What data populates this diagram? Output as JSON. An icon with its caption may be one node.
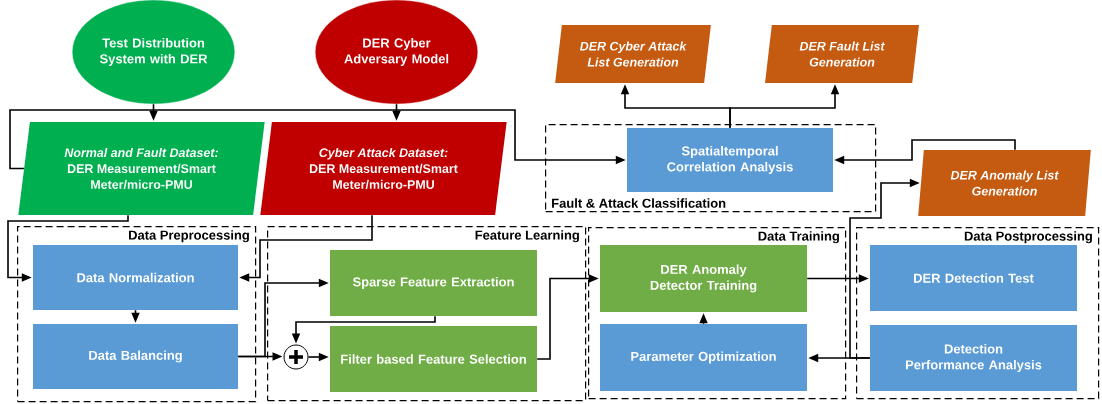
{
  "diagram": {
    "nodes": [
      {
        "text": [
          "Test Distribution System with DER"
        ]
      },
      {
        "text": [
          "DER Cyber Adversary Model"
        ]
      },
      {
        "text": [
          "DER Cyber Attack List Generation"
        ]
      },
      {
        "text": [
          "DER Fault List Generation"
        ]
      },
      {
        "text": [
          "Normal and Fault Dataset:",
          "DER Measurement/Smart Meter/micro-PMU"
        ]
      },
      {
        "text": [
          "Cyber Attack Dataset:",
          "DER Measurement/Smart Meter/micro-PMU"
        ]
      },
      {
        "text": [
          "Fault & Attack Classification"
        ]
      },
      {
        "text": [
          "Spatialtemporal Correlation Analysis"
        ],
        "in": 6
      },
      {
        "text": [
          "DER Anomaly List Generation"
        ]
      },
      {
        "text": [
          "Data Preprocessing"
        ]
      },
      {
        "text": [
          "Data Normalization"
        ],
        "in": 9
      },
      {
        "text": [
          "Data Balancing"
        ],
        "in": 9
      },
      {
        "text": [
          "Feature Learning"
        ]
      },
      {
        "text": [
          "Sparse Feature Extraction"
        ],
        "in": 12
      },
      {
        "text": [],
        "shape": "circle",
        "in": 12
      },
      {
        "text": [
          "Filter based Feature Selection"
        ],
        "in": 12
      },
      {
        "text": [
          "Data Training"
        ]
      },
      {
        "text": [
          "DER Anomaly Detector Training"
        ],
        "in": 16
      },
      {
        "text": [
          "Parameter Optimization"
        ],
        "in": 16
      },
      {
        "text": [
          "Data Postprocessing"
        ]
      },
      {
        "text": [
          "DER Detection Test"
        ],
        "in": 19
      },
      {
        "text": [
          "Detection Performance Analysis"
        ],
        "in": 19
      }
    ],
    "edges": [
      {
        "from": 0,
        "to": 4,
        "arrow": "to"
      },
      {
        "from": 1,
        "to": 5,
        "arrow": "to"
      },
      {
        "from": 4,
        "to": 7,
        "arrow": "to"
      },
      {
        "from": 7,
        "to": 2,
        "arrow": "to"
      },
      {
        "from": 7,
        "to": 3,
        "arrow": "to"
      },
      {
        "from": 8,
        "to": 7,
        "arrow": "to"
      },
      {
        "from": 4,
        "to": 10,
        "arrow": "to"
      },
      {
        "from": 5,
        "to": 10,
        "arrow": "to"
      },
      {
        "from": 10,
        "to": 11,
        "arrow": "to"
      },
      {
        "from": 11,
        "to": 14,
        "arrow": "to"
      },
      {
        "from": 11,
        "to": 13,
        "arrow": "to"
      },
      {
        "from": 13,
        "to": 14,
        "arrow": "to"
      },
      {
        "from": 14,
        "to": 15,
        "arrow": "to"
      },
      {
        "from": 15,
        "to": 17,
        "arrow": "to"
      },
      {
        "from": 17,
        "to": 20,
        "arrow": "to"
      },
      {
        "from": 21,
        "to": 18,
        "arrow": "to"
      },
      {
        "from": 21,
        "to": 8,
        "arrow": "to"
      },
      {
        "from": 18,
        "to": 17,
        "arrow": "to"
      }
    ]
  }
}
